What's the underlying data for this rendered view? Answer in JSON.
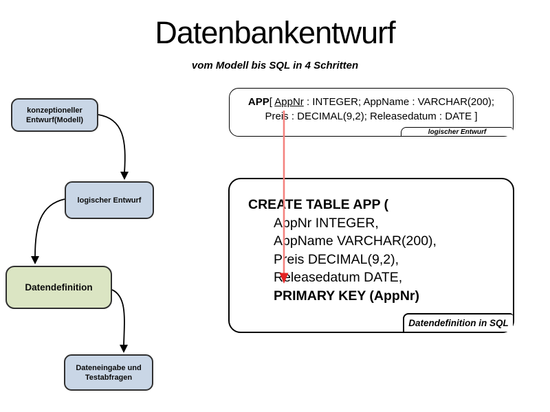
{
  "slide": {
    "title": "Datenbankentwurf",
    "subtitle": "vom Modell bis SQL in 4 Schritten"
  },
  "flowchart": {
    "steps": [
      {
        "label": "konzeptioneller\nEntwurf(Modell)",
        "color": "#c9d6e6"
      },
      {
        "label": "logischer Entwurf",
        "color": "#c9d6e6"
      },
      {
        "label": "Datendefinition",
        "color": "#dbe5c3"
      },
      {
        "label": "Dateneingabe und\nTestabfragen",
        "color": "#c9d6e6"
      }
    ]
  },
  "logical_design_box": {
    "relation_name": "APP",
    "bracket_open": "[ ",
    "primary_key_attribute": "AppNr",
    "line1_rest": " : INTEGER; AppName : VARCHAR(200);",
    "line2": "Preis : DECIMAL(9,2); Releasedatum : DATE ]",
    "tab_label": "logischer Entwurf"
  },
  "sql_box": {
    "lines": [
      {
        "text": "CREATE TABLE APP ("
      },
      {
        "text": "AppNr INTEGER,"
      },
      {
        "text": "AppName VARCHAR(200),"
      },
      {
        "text": "Preis DECIMAL(9,2),"
      },
      {
        "text": "Releasedatum DATE,"
      },
      {
        "text": "PRIMARY KEY (AppNr)"
      }
    ],
    "tab_label": "Datendefinition in SQL"
  },
  "colors": {
    "flow_box_blue": "#c9d6e6",
    "flow_box_green": "#dbe5c3",
    "box_border_dark": "#2f2f2f",
    "outline_box_border": "#000000",
    "connector_arrow": "#000000",
    "mapping_arrow_line": "#f4827f",
    "mapping_arrow_head": "#e32222"
  }
}
